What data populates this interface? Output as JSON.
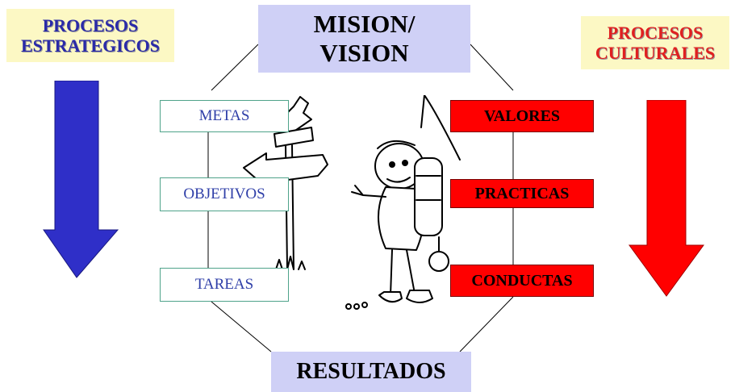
{
  "left_header": {
    "line1": "PROCESOS",
    "line2": "ESTRATEGICOS",
    "color": "#2a2aa8"
  },
  "right_header": {
    "line1": "PROCESOS",
    "line2": "CULTURALES",
    "color": "#e02020"
  },
  "top_box": {
    "line1": "MISION/",
    "line2": "VISION"
  },
  "bottom_box": {
    "label": "RESULTADOS"
  },
  "left_items": [
    "METAS",
    "OBJETIVOS",
    "TAREAS"
  ],
  "right_items": [
    "VALORES",
    "PRACTICAS",
    "CONDUCTAS"
  ],
  "colors": {
    "blue_arrow": "#2f2fc8",
    "red_arrow": "#ff0000",
    "lavender": "#cfd0f6",
    "cream": "#fcf8c4"
  },
  "illustration": "hiker-with-signpost"
}
